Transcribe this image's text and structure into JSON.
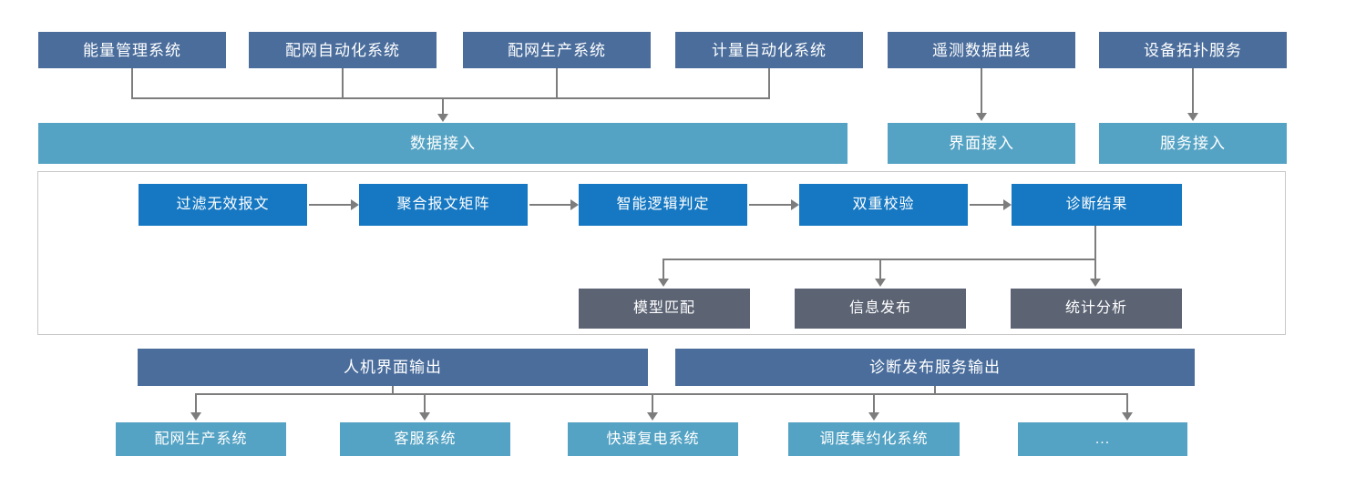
{
  "diagram": {
    "sources": [
      "能量管理系统",
      "配网自动化系统",
      "配网生产系统",
      "计量自动化系统",
      "遥测数据曲线",
      "设备拓扑服务"
    ],
    "access": [
      "数据接入",
      "界面接入",
      "服务接入"
    ],
    "pipeline": [
      "过滤无效报文",
      "聚合报文矩阵",
      "智能逻辑判定",
      "双重校验",
      "诊断结果"
    ],
    "results": [
      "模型匹配",
      "信息发布",
      "统计分析"
    ],
    "outputs": [
      "人机界面输出",
      "诊断发布服务输出"
    ],
    "targets": [
      "配网生产系统",
      "客服系统",
      "快速复电系统",
      "调度集约化系统",
      "..."
    ]
  },
  "colors": {
    "source_box": "#4a6d9c",
    "access_bar": "#55a3c4",
    "pipeline_box": "#1678c2",
    "result_box": "#5c6474",
    "output_bar": "#4a6d9c",
    "target_box": "#55a3c4",
    "connector": "#7d7d7d"
  }
}
